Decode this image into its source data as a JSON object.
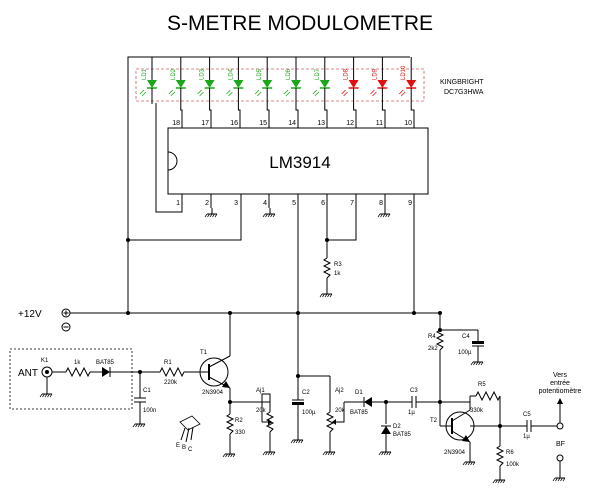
{
  "title": "S-METRE MODULOMETRE",
  "chip": {
    "name": "LM3914",
    "top_pins": [
      "18",
      "17",
      "16",
      "15",
      "14",
      "13",
      "12",
      "11",
      "10"
    ],
    "bottom_pins": [
      "1",
      "2",
      "3",
      "4",
      "5",
      "6",
      "7",
      "8",
      "9"
    ]
  },
  "leds": {
    "labels": [
      "LD1",
      "LD2",
      "LD3",
      "LD4",
      "LD5",
      "LD6",
      "LD7",
      "LD8",
      "LD9",
      "LD10"
    ],
    "colors": [
      "#1aa81a",
      "#1aa81a",
      "#1aa81a",
      "#1aa81a",
      "#1aa81a",
      "#1aa81a",
      "#1aa81a",
      "#e01010",
      "#e01010",
      "#e01010"
    ],
    "part_line1": "KINGBRIGHT",
    "part_line2": "DC7G3HWA"
  },
  "supply": {
    "label": "+12V"
  },
  "input": {
    "ant_label": "ANT",
    "k1": "K1",
    "res_in": "1k",
    "diode_in": "BAT85"
  },
  "components": {
    "r1": {
      "name": "R1",
      "value": "220k"
    },
    "c1": {
      "name": "C1",
      "value": "100n"
    },
    "t1": {
      "name": "T1",
      "value": "2N3904"
    },
    "r2": {
      "name": "R2",
      "value": "330"
    },
    "aj1": {
      "name": "Aj1",
      "value": "20k"
    },
    "c2": {
      "name": "C2",
      "value": "100µ"
    },
    "aj2": {
      "name": "Aj2",
      "value": "20k"
    },
    "d1": {
      "name": "D1",
      "value": "BAT85"
    },
    "d2": {
      "name": "D2",
      "value": "BAT85"
    },
    "c3": {
      "name": "C3",
      "value": "1µ"
    },
    "r4": {
      "name": "R4",
      "value": "2k2"
    },
    "c4": {
      "name": "C4",
      "value": "100µ"
    },
    "r5": {
      "name": "R5",
      "value": "330k"
    },
    "t2": {
      "name": "T2",
      "value": "2N3904"
    },
    "c5": {
      "name": "C5",
      "value": "1µ"
    },
    "r6": {
      "name": "R6",
      "value": "100k"
    },
    "r3": {
      "name": "R3",
      "value": "1k"
    }
  },
  "output": {
    "line1": "Vers",
    "line2": "entrée",
    "line3": "potentiomètre",
    "bf": "BF"
  },
  "pinout": {
    "e": "E",
    "b": "B",
    "c": "C"
  }
}
